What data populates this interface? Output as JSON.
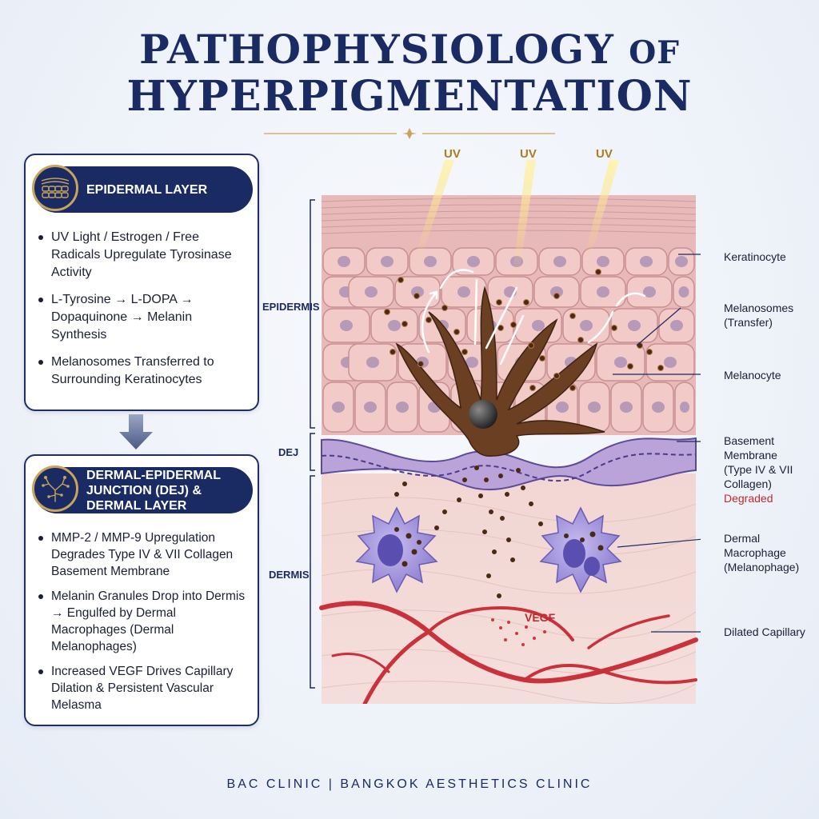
{
  "title": {
    "line1_main": "PATHOPHYSIOLOGY",
    "line1_tail": "OF",
    "line2": "HYPERPIGMENTATION"
  },
  "panel1": {
    "heading": "EPIDERMAL LAYER",
    "icon": "skin-cells-icon",
    "bullets": [
      "UV Light / Estrogen / Free Radicals Upregulate Tyrosinase Activity",
      "L-Tyrosine → L-DOPA → Dopaquinone → Melanin Synthesis",
      "Melanosomes Transferred to Surrounding Keratinocytes"
    ]
  },
  "panel2": {
    "heading": "DERMAL-EPIDERMAL JUNCTION (DEJ) & DERMAL LAYER",
    "icon": "dermal-network-icon",
    "bullets": [
      "MMP-2 / MMP-9 Upregulation Degrades Type IV & VII Collagen Basement Membrane",
      "Melanin Granules Drop into Dermis → Engulfed by Dermal Macrophages (Dermal Melanophages)",
      "Increased VEGF Drives Capillary Dilation & Persistent Vascular Melasma"
    ]
  },
  "diagram": {
    "uv_labels": [
      "UV",
      "UV",
      "UV"
    ],
    "layers": {
      "epidermis": "EPIDERMIS",
      "dej": "DEJ",
      "dermis": "DERMIS"
    },
    "vegf": "VEGF",
    "labels": {
      "keratinocyte": "Keratinocyte",
      "melanosomes": [
        "Melanosomes",
        "(Transfer)"
      ],
      "melanocyte": "Melanocyte",
      "basement": [
        "Basement",
        "Membrane",
        "(Type IV & VII",
        "Collagen)"
      ],
      "degraded": "Degraded",
      "macrophage": [
        "Dermal",
        "Macrophage",
        "(Melanophage)"
      ],
      "capillary": "Dilated Capillary"
    }
  },
  "footer": "BAC CLINIC | BANGKOK AESTHETICS CLINIC",
  "colors": {
    "navy": "#1a2a63",
    "gold": "#c9a45a",
    "melanin": "#4a2a14",
    "capillary": "#c9313b",
    "macrophage": "#8a7ccf"
  }
}
